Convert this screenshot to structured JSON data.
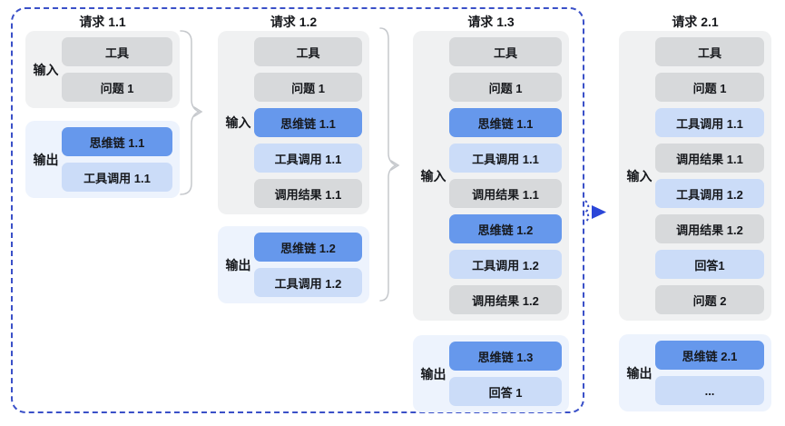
{
  "labels": {
    "input": "输入",
    "output": "输出"
  },
  "colors": {
    "dashed_border": "#3a50c8",
    "transition_arrow_blue": "#2b46d8",
    "brace_gray": "#c5c8cc",
    "box_gray": "#d7d9db",
    "input_container_gray": "#f0f1f2",
    "box_blue": "#6698ec",
    "box_light_blue": "#cbdcf8",
    "output_container_blue": "#edf3fd"
  },
  "requests": [
    {
      "title": "请求 1.1",
      "inputs": [
        "工具",
        "问题 1"
      ],
      "outputs": [
        "思维链 1.1",
        "工具调用 1.1"
      ]
    },
    {
      "title": "请求 1.2",
      "inputs": [
        "工具",
        "问题 1",
        "思维链 1.1",
        "工具调用 1.1",
        "调用结果 1.1"
      ],
      "outputs": [
        "思维链 1.2",
        "工具调用 1.2"
      ]
    },
    {
      "title": "请求 1.3",
      "inputs": [
        "工具",
        "问题 1",
        "思维链 1.1",
        "工具调用 1.1",
        "调用结果 1.1",
        "思维链 1.2",
        "工具调用 1.2",
        "调用结果 1.2"
      ],
      "outputs": [
        "思维链 1.3",
        "回答 1"
      ]
    },
    {
      "title": "请求 2.1",
      "inputs": [
        "工具",
        "问题 1",
        "工具调用 1.1",
        "调用结果 1.1",
        "工具调用 1.2",
        "调用结果 1.2",
        "回答1",
        "问题 2"
      ],
      "outputs": [
        "思维链 2.1",
        "..."
      ]
    }
  ]
}
